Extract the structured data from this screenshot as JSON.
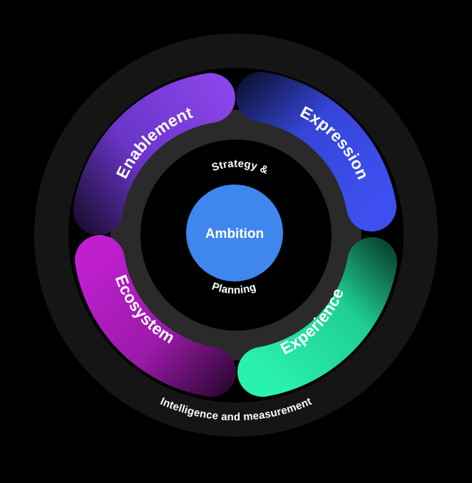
{
  "center": {
    "label": "Ambition"
  },
  "inner_ring": {
    "top": "Strategy &",
    "bottom": "Planning"
  },
  "outer_ring": {
    "label": "Intelligence and measurement"
  },
  "segments": [
    {
      "label": "Enablement",
      "color": "#7a3fe0"
    },
    {
      "label": "Expression",
      "color": "#3c4dea"
    },
    {
      "label": "Experience",
      "color": "#22e6a6"
    },
    {
      "label": "Ecosystem",
      "color": "#b51cc4"
    }
  ],
  "colors": {
    "background": "#000000",
    "outer_ring": "#151515",
    "track": "#2a2a2a",
    "center": "#3f86ee"
  }
}
